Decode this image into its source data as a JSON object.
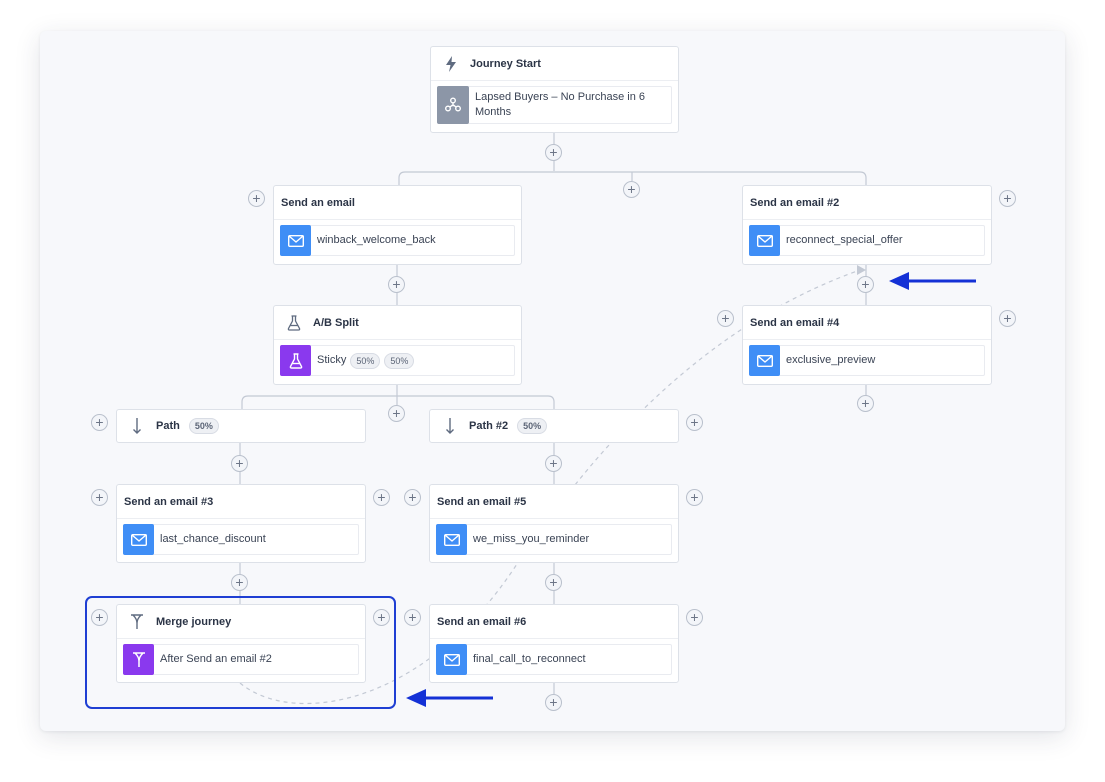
{
  "nodes": {
    "journey_start": {
      "title": "Journey Start",
      "body": "Lapsed Buyers – No Purchase in 6 Months"
    },
    "email_1": {
      "title": "Send an email",
      "body": "winback_welcome_back"
    },
    "email_2": {
      "title": "Send an email #2",
      "body": "reconnect_special_offer"
    },
    "ab_split": {
      "title": "A/B Split",
      "body": "Sticky",
      "pill_a": "50%",
      "pill_b": "50%"
    },
    "email_4": {
      "title": "Send an email #4",
      "body": "exclusive_preview"
    },
    "path_1": {
      "title": "Path",
      "pill": "50%"
    },
    "path_2": {
      "title": "Path #2",
      "pill": "50%"
    },
    "email_3": {
      "title": "Send an email #3",
      "body": "last_chance_discount"
    },
    "email_5": {
      "title": "Send an email #5",
      "body": "we_miss_you_reminder"
    },
    "merge": {
      "title": "Merge journey",
      "body": "After Send an email #2"
    },
    "email_6": {
      "title": "Send an email #6",
      "body": "final_call_to_reconnect"
    }
  },
  "add_step_symbol": "+",
  "colors": {
    "email_tile": "#3f8ef6",
    "purple_tile": "#8a39ee",
    "segment_tile": "#8c96a7",
    "highlight": "#1f3fd3",
    "arrow": "#1431d6"
  },
  "icons": {
    "journey_start": "lightning-icon",
    "segment": "audience-icon",
    "email": "envelope-icon",
    "ab_split": "flask-icon",
    "path": "arrow-down-icon",
    "merge": "merge-icon",
    "add_step": "plus-icon"
  }
}
